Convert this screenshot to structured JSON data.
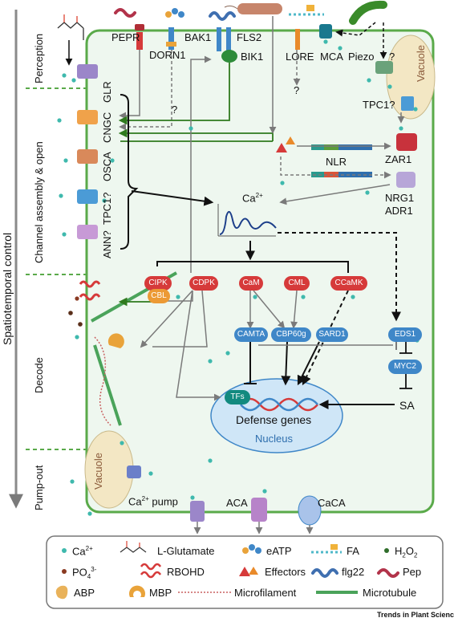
{
  "phases": {
    "axis_label": "Spatiotemporal control",
    "perception": "Perception",
    "channel": "Channel assembly & open",
    "decode": "Decode",
    "pumpout": "Pump-out"
  },
  "receptors": {
    "pepr": "PEPR",
    "dorn1": "DORN1",
    "bak1": "BAK1",
    "fls2": "FLS2",
    "bik1": "BIK1",
    "lore": "LORE",
    "mca": "MCA",
    "piezo": "Piezo",
    "piezo_q": "?",
    "lore_q": "?",
    "dorn_q": "?"
  },
  "channels": {
    "glr": "GLR",
    "cngc": "CNGC",
    "osca": "OSCA",
    "tpc1": "TPC1?",
    "ann": "ANN?",
    "vacuole_tpc1": "TPC1?",
    "zar1": "ZAR1",
    "nlr": "NLR",
    "nrg1": "NRG1",
    "adr1": "ADR1"
  },
  "signal": {
    "ca": "Ca",
    "ca_sup": "2+"
  },
  "decoders": {
    "cipk": "CIPK",
    "cbl": "CBL",
    "cdpk": "CDPK",
    "cam": "CaM",
    "cml": "CML",
    "ccamk": "CCaMK",
    "camta": "CAMTA",
    "cbp60g": "CBP60g",
    "sard1": "SARD1",
    "eds1": "EDS1",
    "myc2": "MYC2",
    "sa": "SA",
    "tfs": "TFs",
    "defense": "Defense genes",
    "nucleus": "Nucleus"
  },
  "vacuole": {
    "top": "Vacuole",
    "bottom": "Vacuole"
  },
  "pumps": {
    "ca_pump": "Ca",
    "ca_pump_sup": "2+",
    "ca_pump_tail": " pump",
    "aca": "ACA",
    "caca": "CaCA"
  },
  "legend": {
    "ca": "Ca",
    "ca_sup": "2+",
    "glutamate": "L-Glutamate",
    "eatp": "eATP",
    "fa": "FA",
    "h2o2_a": "H",
    "h2o2_sub1": "2",
    "h2o2_b": "O",
    "h2o2_sub2": "2",
    "po4": "PO",
    "po4_sub": "4",
    "po4_sup": "3-",
    "rbohd": "RBOHD",
    "effectors": "Effectors",
    "flg22": "flg22",
    "pep": "Pep",
    "abp": "ABP",
    "mbp": "MBP",
    "microfilament": "Microfilament",
    "microtubule": "Microtubule"
  },
  "credit": "Trends in Plant Science",
  "colors": {
    "cell_border": "#5aaa4a",
    "cytoplasm": "#eef7ef",
    "green_arrow": "#2f7a1e",
    "grey_arrow": "#7a7a7a",
    "red_pill": "#d63a3a",
    "blue_pill": "#3f87c8",
    "nucleus_fill": "#cfe6f7",
    "vacuole_fill": "#f3e7c4",
    "ca_dot": "#3fb9ad"
  }
}
